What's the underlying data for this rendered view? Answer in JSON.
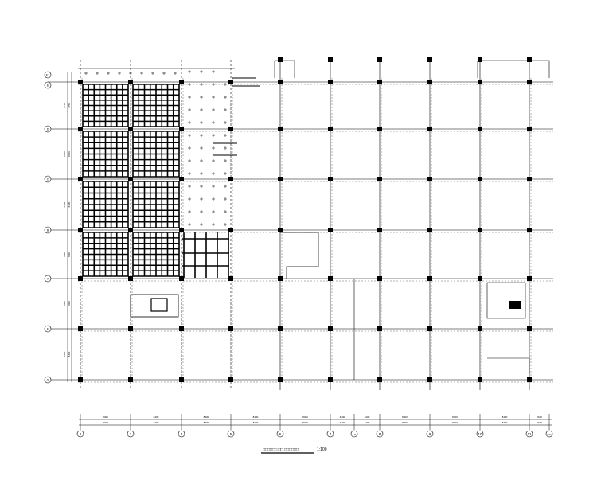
{
  "drawing": {
    "title": "□□□□□□ □□ □□□□□□",
    "scale": "1:100",
    "column_axes": [
      "2",
      "3",
      "4",
      "5",
      "6",
      "7",
      "1/7",
      "8",
      "9",
      "10",
      "11",
      "1/11"
    ],
    "row_axes": [
      "E1",
      "E",
      "D",
      "C",
      "B",
      "A",
      "F",
      "G"
    ],
    "bay_dimensions": [
      "8400",
      "8400",
      "8400",
      "8400",
      "8400",
      "4200",
      "4200",
      "8400",
      "8400",
      "8400",
      "2100"
    ],
    "row_dimensions": [
      "7750",
      "8400",
      "8400",
      "8400",
      "8400",
      "8400",
      "8400"
    ],
    "colors": {
      "line": "#000000",
      "background": "#ffffff"
    }
  }
}
